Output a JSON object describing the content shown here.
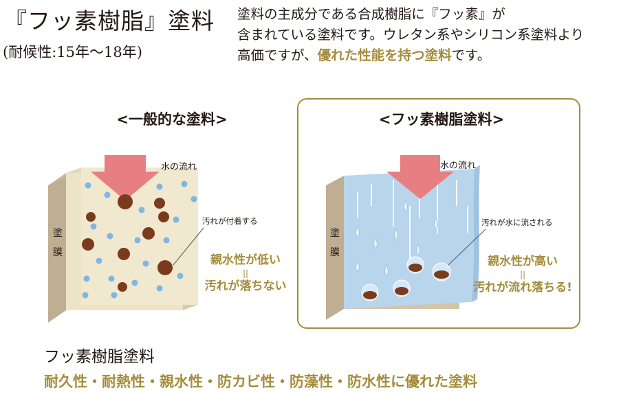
{
  "header": {
    "title": "『フッ素樹脂』塗料",
    "subtitle": "(耐候性:15年〜18年)",
    "intro_line1": "塗料の主成分である合成樹脂に『フッ素』が",
    "intro_line2": "含まれている塗料です。ウレタン系やシリコン系塗料より",
    "intro_line3_before": "高価ですが、",
    "intro_line3_highlight": "優れた性能を持つ塗料",
    "intro_line3_after": "です。"
  },
  "panels": {
    "general": {
      "title": "<一般的な塗料>",
      "water_label": "水の流れ",
      "membrane_label_1": "塗",
      "membrane_label_2": "膜",
      "dirt_callout": "汚れが付着する",
      "effect_line1": "親水性が低い",
      "effect_eq": "||",
      "effect_line2": "汚れが落ちない"
    },
    "fluorine": {
      "title": "<フッ素樹脂塗料>",
      "water_label": "水の流れ",
      "membrane_label_1": "塗",
      "membrane_label_2": "膜",
      "dirt_callout": "汚れが水に流される",
      "effect_line1": "親水性が高い",
      "effect_eq": "||",
      "effect_line2": "汚れが流れ落ちる!"
    }
  },
  "footer": {
    "title": "フッ素樹脂塗料",
    "features": "耐久性・耐熱性・親水性・防カビ性・防藻性・防水性に優れた塗料"
  },
  "colors": {
    "gold": "#a58c3b",
    "arrow": "#e77f82",
    "beige_panel": "#ede4c7",
    "blue_panel": "#b8d5ec",
    "dirt": "#7a3a1c",
    "droplet": "#7fb6e4"
  }
}
